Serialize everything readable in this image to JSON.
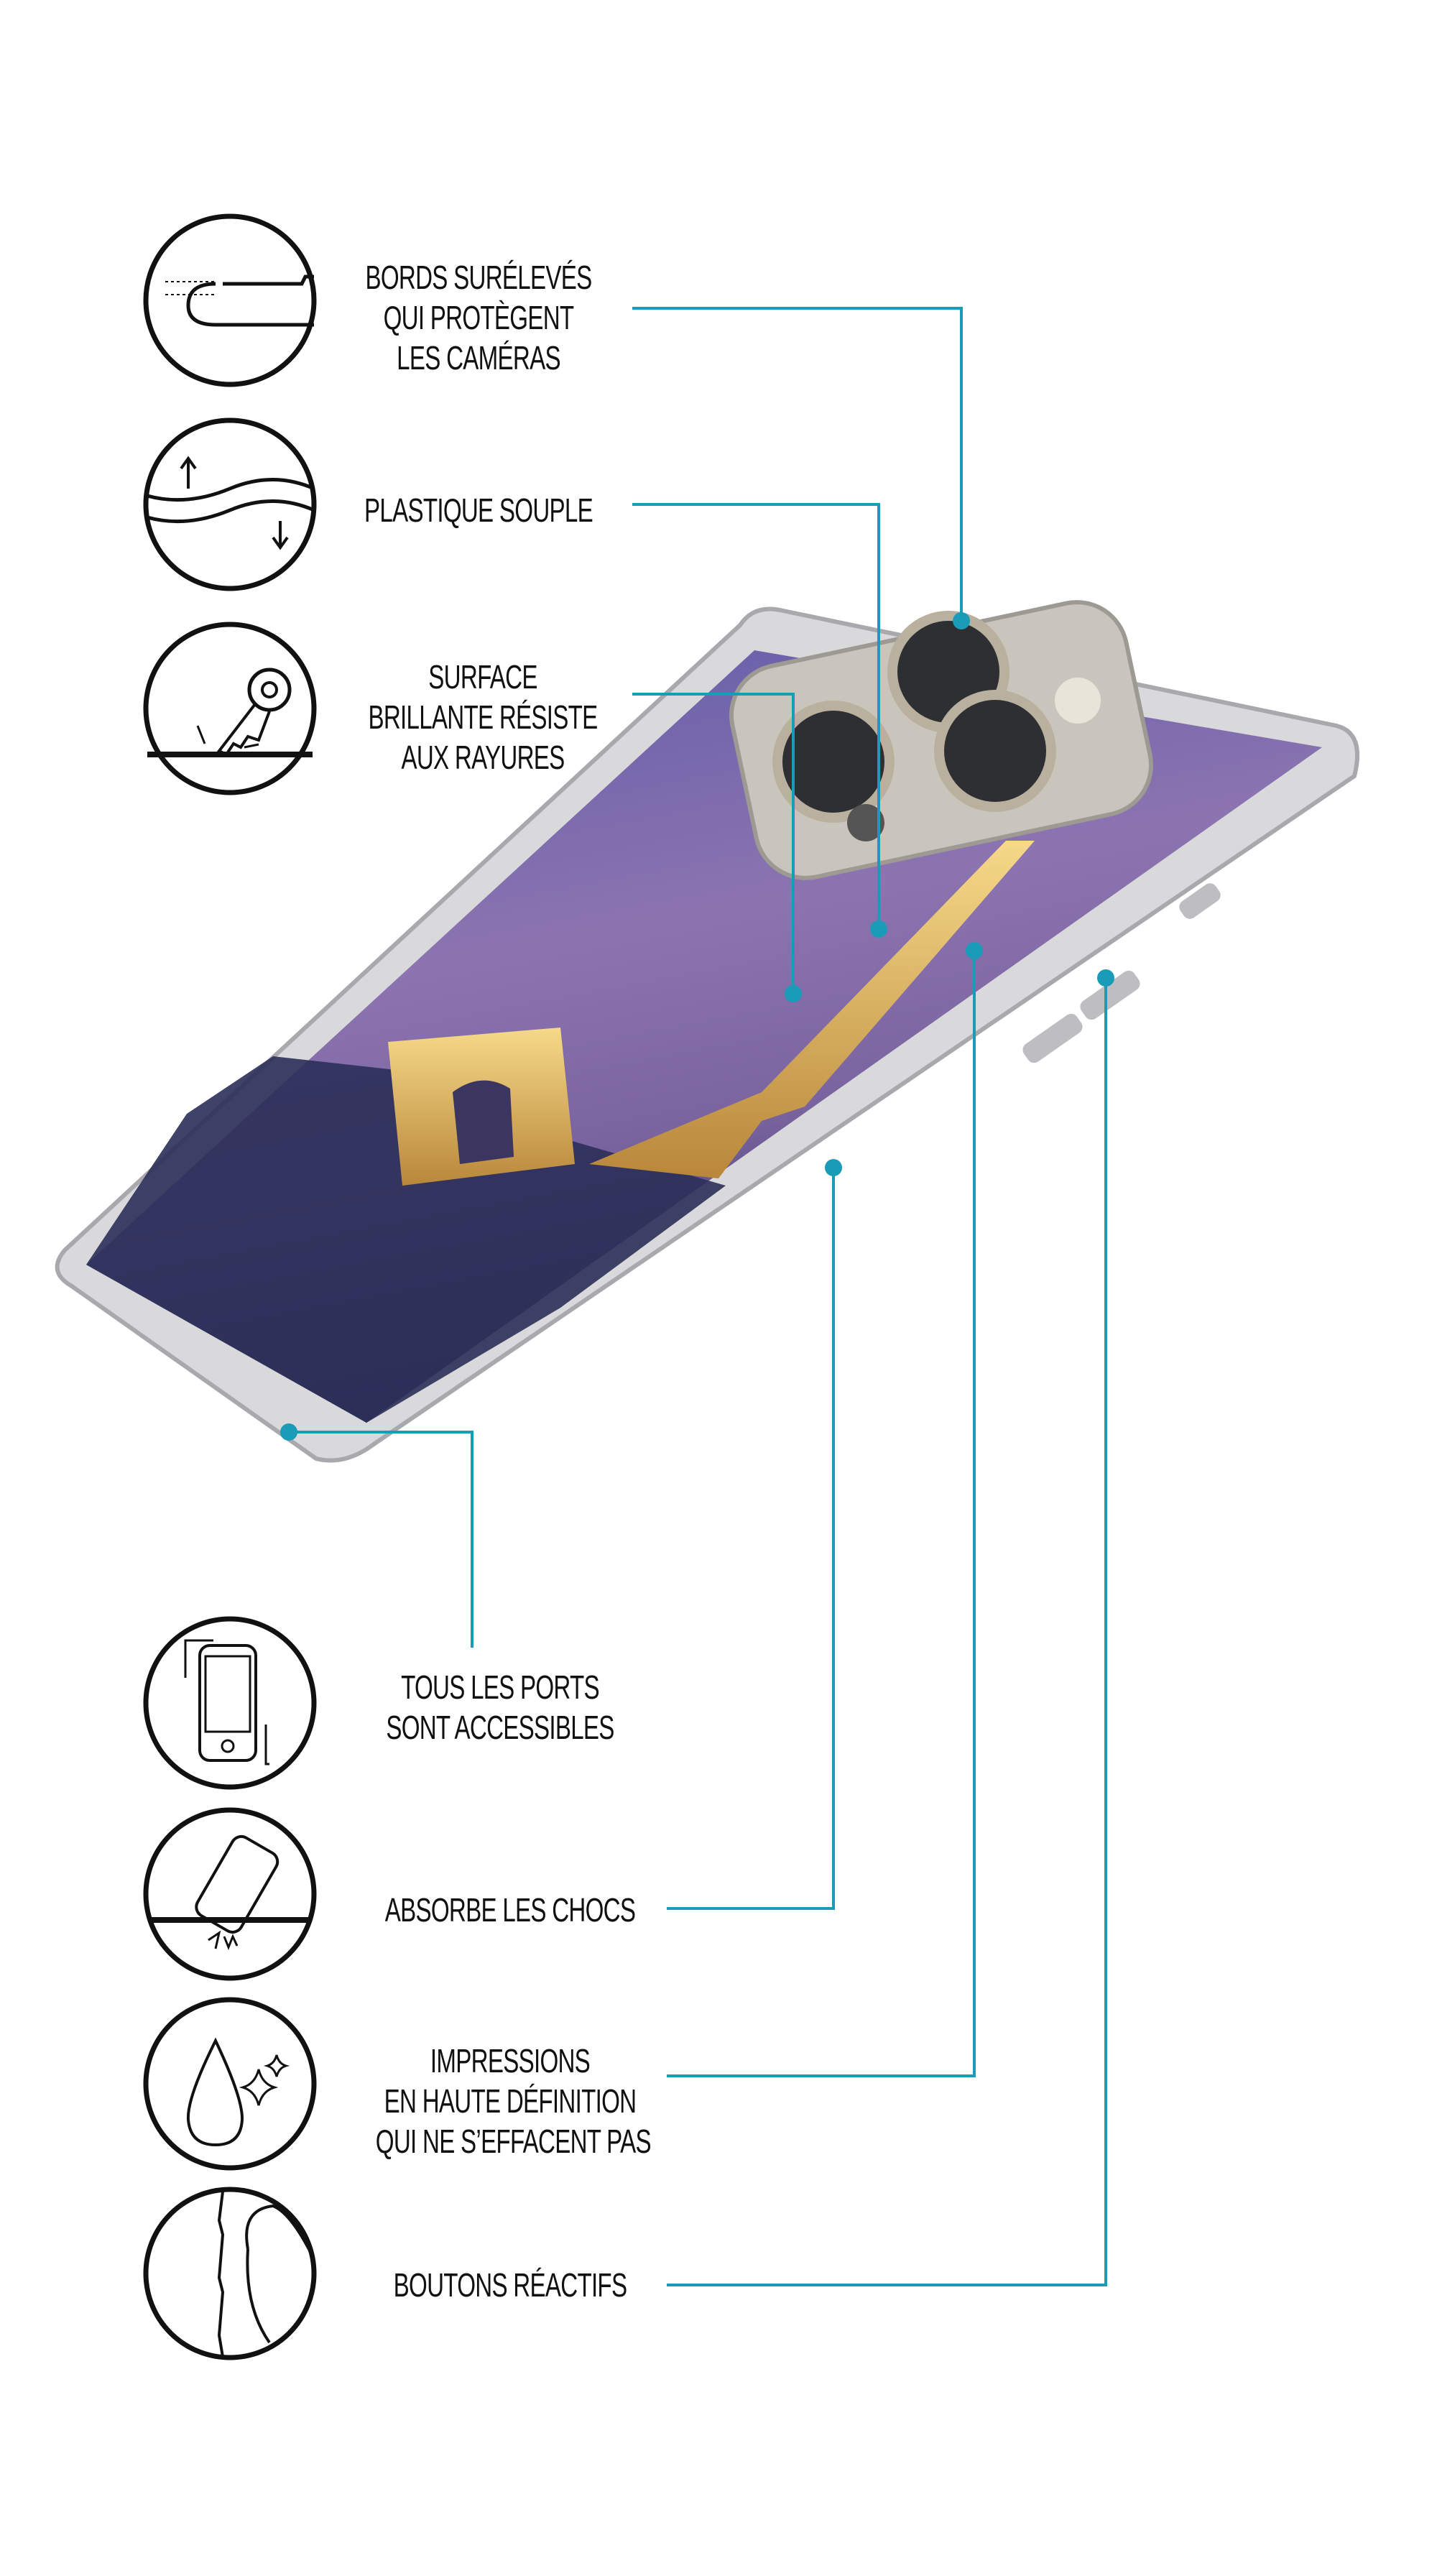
{
  "features": [
    {
      "id": "raised-edges",
      "icon": "raised-edge-icon",
      "lines": [
        "BORDS SURÉLEVÉS",
        "QUI PROTÈGENT",
        "LES CAMÉRAS"
      ]
    },
    {
      "id": "soft-plastic",
      "icon": "flex-wave-icon",
      "lines": [
        "PLASTIQUE SOUPLE"
      ]
    },
    {
      "id": "scratch-resistant",
      "icon": "key-scratch-icon",
      "lines": [
        "SURFACE",
        "BRILLANTE RÉSISTE",
        "AUX RAYURES"
      ]
    },
    {
      "id": "ports",
      "icon": "phone-rotate-icon",
      "lines": [
        "TOUS LES PORTS",
        "SONT ACCESSIBLES"
      ]
    },
    {
      "id": "shock",
      "icon": "phone-drop-icon",
      "lines": [
        "ABSORBE LES CHOCS"
      ]
    },
    {
      "id": "print",
      "icon": "drop-sparkle-icon",
      "lines": [
        "IMPRESSIONS",
        "EN HAUTE DÉFINITION",
        "QUI NE S’EFFACENT PAS"
      ]
    },
    {
      "id": "buttons",
      "icon": "side-button-icon",
      "lines": [
        "BOUTONS RÉACTIFS"
      ]
    }
  ],
  "colors": {
    "leader": "#1a9bb8",
    "text": "#111111",
    "sky": "#7a6aa8"
  }
}
